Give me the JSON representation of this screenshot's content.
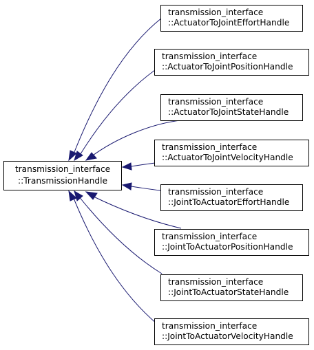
{
  "diagram": {
    "colors": {
      "edge": "#191970",
      "box_border": "#000000",
      "box_fill": "#ffffff",
      "text": "#000000"
    },
    "base_class": {
      "line1": "transmission_interface",
      "line2": "::TransmissionHandle"
    },
    "derived_classes": [
      {
        "line1": "transmission_interface",
        "line2": "::ActuatorToJointEffortHandle"
      },
      {
        "line1": "transmission_interface",
        "line2": "::ActuatorToJointPositionHandle"
      },
      {
        "line1": "transmission_interface",
        "line2": "::ActuatorToJointStateHandle"
      },
      {
        "line1": "transmission_interface",
        "line2": "::ActuatorToJointVelocityHandle"
      },
      {
        "line1": "transmission_interface",
        "line2": "::JointToActuatorEffortHandle"
      },
      {
        "line1": "transmission_interface",
        "line2": "::JointToActuatorPositionHandle"
      },
      {
        "line1": "transmission_interface",
        "line2": "::JointToActuatorStateHandle"
      },
      {
        "line1": "transmission_interface",
        "line2": "::JointToActuatorVelocityHandle"
      }
    ]
  }
}
